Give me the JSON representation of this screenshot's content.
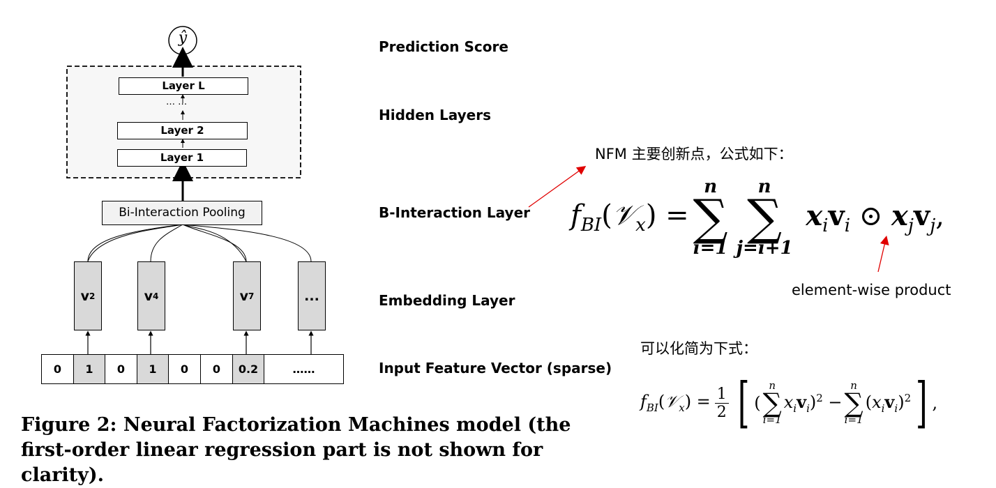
{
  "diagram": {
    "output_node": "ŷ",
    "hidden_layers": [
      "Layer L",
      "Layer 2",
      "Layer 1"
    ],
    "hidden_ellipsis": "… …",
    "bi_interaction_box": "Bi-Interaction Pooling",
    "embeddings": [
      {
        "label": "v",
        "sub": "2"
      },
      {
        "label": "v",
        "sub": "4"
      },
      {
        "label": "v",
        "sub": "7"
      },
      {
        "label": "...",
        "sub": ""
      }
    ],
    "input_vector": [
      "0",
      "1",
      "0",
      "1",
      "0",
      "0",
      "0.2",
      "……"
    ],
    "input_highlight": [
      false,
      true,
      false,
      true,
      false,
      false,
      true,
      false
    ]
  },
  "layer_labels": {
    "prediction": "Prediction Score",
    "hidden": "Hidden Layers",
    "interaction": "B-Interaction Layer",
    "embedding": "Embedding Layer",
    "input": "Input Feature Vector (sparse)"
  },
  "caption": "Figure 2: Neural Factorization Machines model (the first-order linear regression part is not shown for clarity).",
  "annotations": {
    "nfm_note": "NFM 主要创新点，公式如下：",
    "elementwise": "element-wise product",
    "simplify": "可以化简为下式："
  },
  "colors": {
    "arrow_red": "#e00000",
    "box_gray": "#d9d9d9",
    "hidden_bg": "#f7f7f7"
  }
}
